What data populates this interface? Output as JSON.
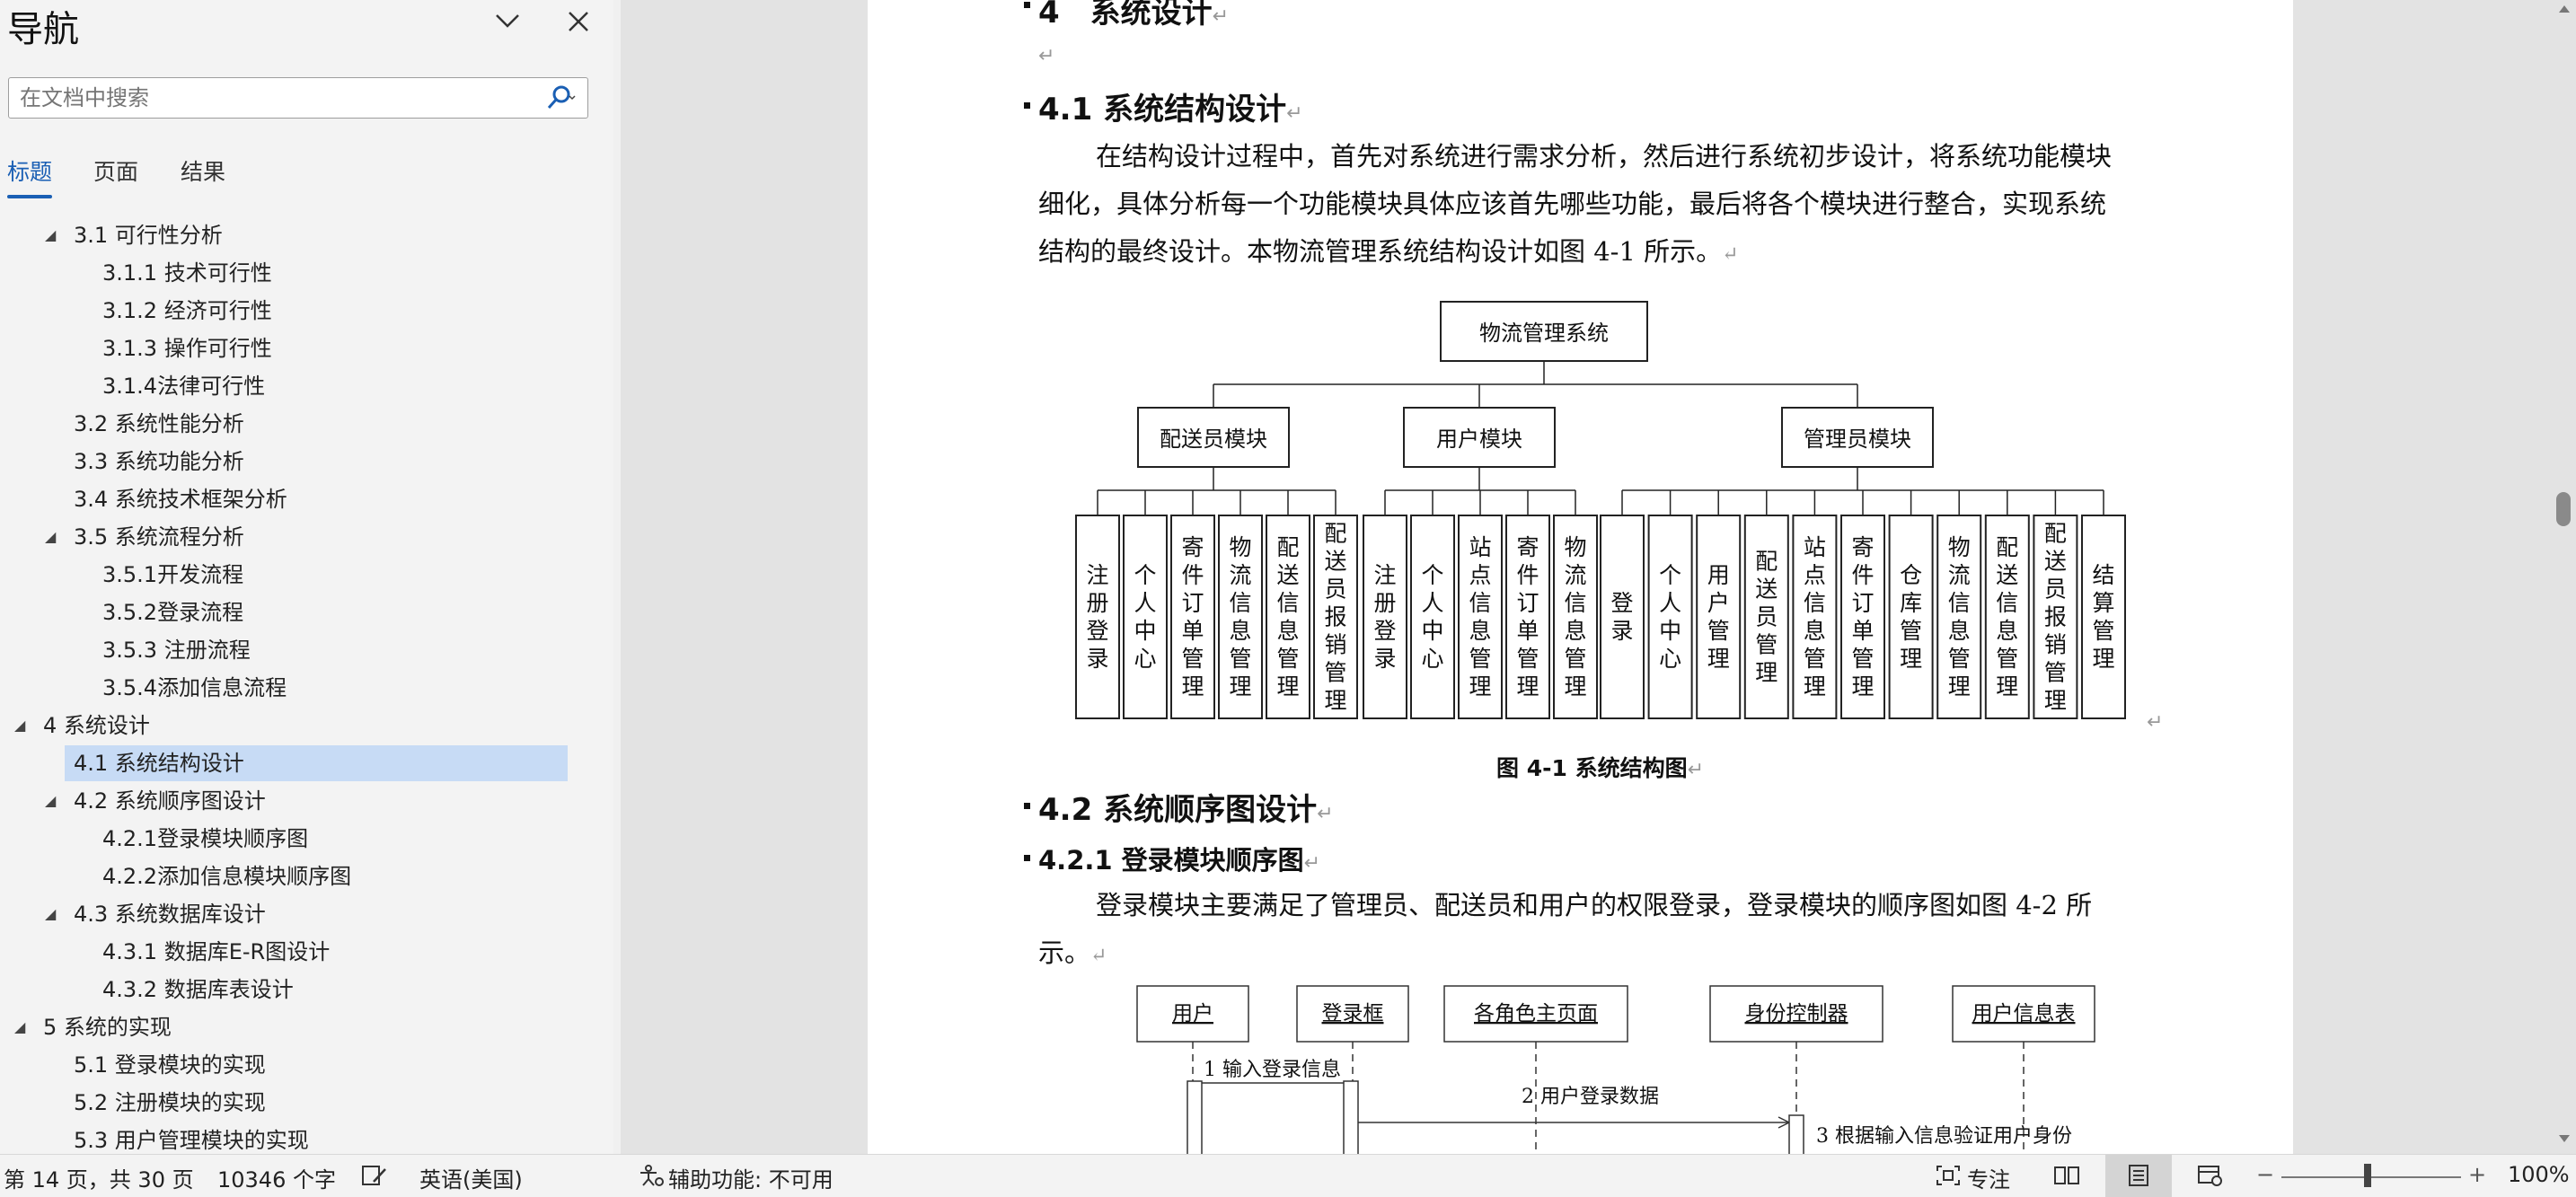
{
  "nav": {
    "title": "导航",
    "search_placeholder": "在文档中搜索",
    "tabs": [
      "标题",
      "页面",
      "结果"
    ],
    "tree": [
      {
        "label": "3.1 可行性分析",
        "level": 1,
        "expanded": true
      },
      {
        "label": "3.1.1 技术可行性",
        "level": 2
      },
      {
        "label": "3.1.2 经济可行性",
        "level": 2
      },
      {
        "label": "3.1.3 操作可行性",
        "level": 2
      },
      {
        "label": "3.1.4法律可行性",
        "level": 2
      },
      {
        "label": "3.2 系统性能分析",
        "level": 1
      },
      {
        "label": "3.3 系统功能分析",
        "level": 1
      },
      {
        "label": "3.4 系统技术框架分析",
        "level": 1
      },
      {
        "label": "3.5 系统流程分析",
        "level": 1,
        "expanded": true
      },
      {
        "label": "3.5.1开发流程",
        "level": 2
      },
      {
        "label": "3.5.2登录流程",
        "level": 2
      },
      {
        "label": "3.5.3 注册流程",
        "level": 2
      },
      {
        "label": "3.5.4添加信息流程",
        "level": 2
      },
      {
        "label": "4 系统设计",
        "level": 0,
        "expanded": true
      },
      {
        "label": "4.1 系统结构设计",
        "level": 1,
        "selected": true
      },
      {
        "label": "4.2 系统顺序图设计",
        "level": 1,
        "expanded": true
      },
      {
        "label": "4.2.1登录模块顺序图",
        "level": 2
      },
      {
        "label": "4.2.2添加信息模块顺序图",
        "level": 2
      },
      {
        "label": "4.3 系统数据库设计",
        "level": 1,
        "expanded": true
      },
      {
        "label": "4.3.1 数据库E-R图设计",
        "level": 2
      },
      {
        "label": "4.3.2 数据库表设计",
        "level": 2
      },
      {
        "label": "5 系统的实现",
        "level": 0,
        "expanded": true
      },
      {
        "label": "5.1 登录模块的实现",
        "level": 1
      },
      {
        "label": "5.2 注册模块的实现",
        "level": 1
      },
      {
        "label": "5.3 用户管理模块的实现",
        "level": 1
      }
    ]
  },
  "doc": {
    "h_top": "4　系统设计",
    "h41": "4.1  系统结构设计",
    "para1": "在结构设计过程中，首先对系统进行需求分析，然后进行系统初步设计，将系统功能模块细化，具体分析每一个功能模块具体应该首先哪些功能，最后将各个模块进行整合，实现系统结构的最终设计。本物流管理系统结构设计如图 4-1 所示。",
    "fig_root": "物流管理系统",
    "fig_modules": [
      "配送员模块",
      "用户模块",
      "管理员模块"
    ],
    "fig_leaves": [
      [
        "注册登录",
        "个人中心",
        "寄件订单管理",
        "物流信息管理",
        "配送信息管理",
        "配送员报销管理"
      ],
      [
        "注册登录",
        "个人中心",
        "站点信息管理",
        "寄件订单管理",
        "物流信息管理"
      ],
      [
        "登录",
        "个人中心",
        "用户管理",
        "配送员管理",
        "站点信息管理",
        "寄件订单管理",
        "仓库管理",
        "物流信息管理",
        "配送信息管理",
        "配送员报销管理",
        "结算管理"
      ]
    ],
    "fig_caption": "图 4-1  系统结构图",
    "h42": "4.2  系统顺序图设计",
    "h421": "4.2.1 登录模块顺序图",
    "para2": "登录模块主要满足了管理员、配送员和用户的权限登录，登录模块的顺序图如图 4-2 所示。",
    "seq_actors": [
      "用户",
      "登录框",
      "各角色主页面",
      "身份控制器",
      "用户信息表"
    ],
    "seq_msgs": [
      "1 输入登录信息",
      "2 用户登录数据",
      "3 根据输入信息验证用户身份"
    ]
  },
  "status": {
    "page": "第 14 页，共 30 页",
    "words": "10346 个字",
    "language": "英语(美国)",
    "accessibility": "辅助功能: 不可用",
    "focus": "专注",
    "zoom": "100%"
  }
}
